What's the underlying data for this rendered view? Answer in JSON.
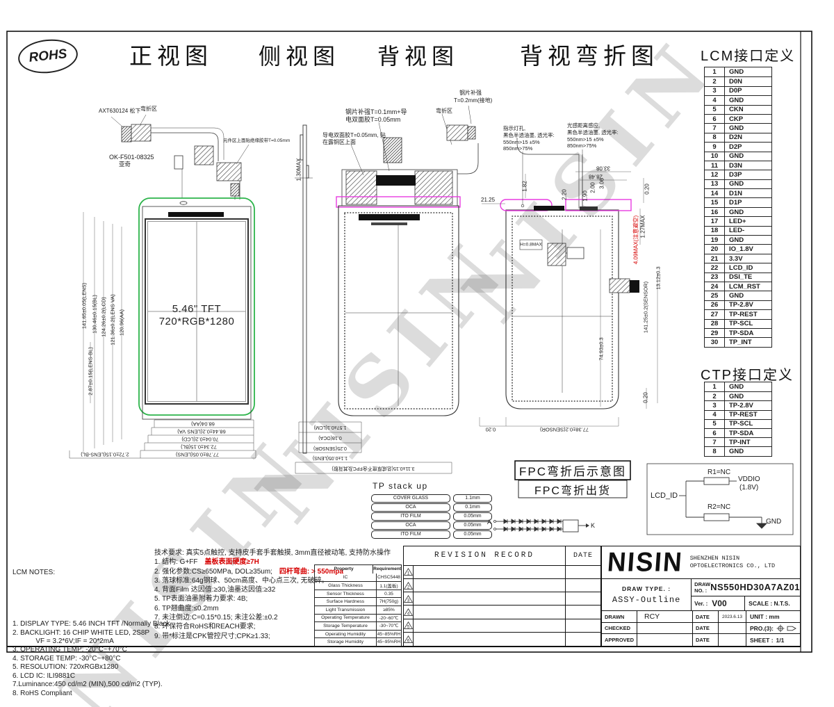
{
  "watermark": {
    "text": "NISIN"
  },
  "header": {
    "rohs": "ROHS",
    "front": "正视图",
    "side": "侧视图",
    "back": "背视图",
    "bend": "背视弯折图"
  },
  "lcm_if": {
    "title": "LCM接口定义",
    "pins": [
      {
        "no": "1",
        "name": "GND"
      },
      {
        "no": "2",
        "name": "D0N"
      },
      {
        "no": "3",
        "name": "D0P"
      },
      {
        "no": "4",
        "name": "GND"
      },
      {
        "no": "5",
        "name": "CKN"
      },
      {
        "no": "6",
        "name": "CKP"
      },
      {
        "no": "7",
        "name": "GND"
      },
      {
        "no": "8",
        "name": "D2N"
      },
      {
        "no": "9",
        "name": "D2P"
      },
      {
        "no": "10",
        "name": "GND"
      },
      {
        "no": "11",
        "name": "D3N"
      },
      {
        "no": "12",
        "name": "D3P"
      },
      {
        "no": "13",
        "name": "GND"
      },
      {
        "no": "14",
        "name": "D1N"
      },
      {
        "no": "15",
        "name": "D1P"
      },
      {
        "no": "16",
        "name": "GND"
      },
      {
        "no": "17",
        "name": "LED+"
      },
      {
        "no": "18",
        "name": "LED-"
      },
      {
        "no": "19",
        "name": "GND"
      },
      {
        "no": "20",
        "name": "IO_1.8V"
      },
      {
        "no": "21",
        "name": "3.3V"
      },
      {
        "no": "22",
        "name": "LCD_ID"
      },
      {
        "no": "23",
        "name": "DSI_TE"
      },
      {
        "no": "24",
        "name": "LCM_RST"
      },
      {
        "no": "25",
        "name": "GND"
      },
      {
        "no": "26",
        "name": "TP-2.8V"
      },
      {
        "no": "27",
        "name": "TP-REST"
      },
      {
        "no": "28",
        "name": "TP-SCL"
      },
      {
        "no": "29",
        "name": "TP-SDA"
      },
      {
        "no": "30",
        "name": "TP_INT"
      }
    ]
  },
  "ctp_if": {
    "title": "CTP接口定义",
    "pins": [
      {
        "no": "1",
        "name": "GND"
      },
      {
        "no": "2",
        "name": "GND"
      },
      {
        "no": "3",
        "name": "TP-2.8V"
      },
      {
        "no": "4",
        "name": "TP-REST"
      },
      {
        "no": "5",
        "name": "TP-SCL"
      },
      {
        "no": "6",
        "name": "TP-SDA"
      },
      {
        "no": "7",
        "name": "TP-INT"
      },
      {
        "no": "8",
        "name": "GND"
      }
    ]
  },
  "front": {
    "connector": "AXT630124 松下",
    "bend_zone": "弯折区",
    "part_no": "OK-F501-08325",
    "part_vendor": "亚奇",
    "tape_note": "元件区上面贴绝缘胶带T=0.05mm",
    "screen_line1": "5.46\" TFT",
    "screen_line2": "720*RGB*1280",
    "dims_left": [
      "141.65±0.05(LENS)",
      "130.46±0.15(BL)",
      "124.26±0.2(LCD)",
      "121.36±0.2(LENS VA)",
      "120.96(AA)",
      "2.87±0.15(LENS-BL)"
    ],
    "dims_bottom": [
      "68.04(AA)",
      "68.44±0.2(LENS VA)",
      "70.04±0.2(LCD)",
      "72.34±0.15(BL)",
      "77.78±0.05(LENS)",
      "2.72±0.15(LENS-BL)"
    ]
  },
  "side": {
    "thickness": "1.30MAX",
    "stack": [
      "1.57±0.1(LCM)",
      "0.18(OCA)",
      "0.25(SENSOR)",
      "1.1±0.05(LENS)",
      "3.11±0.15(总成厚度不含FPC及其背胶)"
    ]
  },
  "back": {
    "steel_note1": "钢片补强T=0.1mm+导",
    "steel_note2": "电双面胶T=0.05mm",
    "tape_note1": "导电双面胶T=0.05mm, 贴",
    "tape_note2": "在露铜区上面",
    "bend_zone": "弯折区",
    "steel2_note1": "钢片补强",
    "steel2_note2": "T=0.2mm(接地)"
  },
  "bend": {
    "note_left": [
      "指示灯孔,",
      "黑色半透油墨, 透光率:",
      "550nm>15 ±5%",
      "850nm>75%"
    ],
    "note_right": [
      "光感距离感应,",
      "黑色半透油墨, 透光率:",
      "550nm>15 ±5%",
      "850nm>75%"
    ],
    "dims": {
      "a": "33.08",
      "b": "28.48",
      "c": "3.06",
      "d": "2.00",
      "e": "2.20",
      "f": "1.90",
      "g": "1.82",
      "h": "21.25",
      "i": "0.20",
      "j": "1.27MAX",
      "red": "4.09MAX(注意避空)",
      "k": "13.12±0.3",
      "l": "141.25±0.2(SENSOR)",
      "m": "74.93±0.3",
      "n": "0.20",
      "o": "77.38±0.2(SENSOR)",
      "p": "0.20"
    },
    "h_max": "H=0.8MAX"
  },
  "fpc": {
    "line1": "FPC弯折后示意图",
    "line2": "FPC弯折出货"
  },
  "tp_stack": {
    "title": "TP stack up",
    "rows": [
      {
        "layer": "COVER GLASS",
        "t": "1.1mm"
      },
      {
        "layer": "OCA",
        "t": "0.1mm"
      },
      {
        "layer": "ITO FILM",
        "t": "0.05mm"
      },
      {
        "layer": "OCA",
        "t": "0.05mm"
      },
      {
        "layer": "ITO FILM",
        "t": "0.05mm"
      }
    ]
  },
  "circuit": {
    "lcd_id": "LCD_ID",
    "r1": "R1=NC",
    "vddio": "VDDIO",
    "vddio_v": "(1.8V)",
    "r2": "R2=NC",
    "gnd": "GND"
  },
  "led": {
    "a": "A",
    "k": "K"
  },
  "lcm_notes": {
    "title": "LCM NOTES:",
    "lines": [
      "1. DISPLAY TYPE: 5.46 INCH TFT /Normally Black",
      "2. BACKLIGHT: 16 CHIP WHITE LED, 2S8P",
      "            VF = 3.2*6V;IF = 20*2mA",
      "3. OPERATING TEMP: -20°C~+70°C",
      "4. STORAGE TEMP: -30°C~+80°C",
      "5. RESOLUTION: 720xRGBx1280",
      "6. LCD IC: ILI9881C",
      "7.Luminance:450 cd/m2 (MIN),500 cd/m2 (TYP).",
      "8. RoHS Compliant"
    ]
  },
  "tech": {
    "heading": "技术要求: 真实5点触控, 支持皮手套手套触摸, 3mm直径被动笔, 支持防水操作",
    "items": [
      {
        "text": "1. 结构: G+FF",
        "red": "盖板表面硬度≥7H"
      },
      {
        "text": "2. 强化参数:CS≥650MPa, DOL≥35um;",
        "red": "四杆弯曲: > 550mpa"
      },
      {
        "text": "3. 落球标准:64g钢球、50cm高度、中心点三次, 无破碎。",
        "red": ""
      },
      {
        "text": "4. 背面Film 达因值:≥30,油墨达因值:≥32",
        "red": ""
      },
      {
        "text": "5. TP表面油墨附着力要求: 4B;",
        "red": ""
      },
      {
        "text": "6. TP翘曲度:≤0.2mm",
        "red": ""
      },
      {
        "text": "7. 未注倒边:C=0.15*0.15; 未注公差:±0.2",
        "red": ""
      },
      {
        "text": "8. 环保符合RoHS和REACH要求;",
        "red": ""
      },
      {
        "text": "9. 带*标注是CPK管控尺寸;CPK≥1.33;",
        "red": ""
      }
    ]
  },
  "prop": {
    "headers": {
      "p": "Property",
      "r": "Requirement"
    },
    "rows": [
      {
        "p": "IC",
        "r": "CHSC5448"
      },
      {
        "p": "Glass Thickness",
        "r": "1.1(盖板)"
      },
      {
        "p": "Sensor Thickness",
        "r": "0.35"
      },
      {
        "p": "Surface Hardness",
        "r": "7H(750g)"
      },
      {
        "p": "Light Transmission",
        "r": "≥85%"
      },
      {
        "p": "Operating Temperature",
        "r": "-20~60℃"
      },
      {
        "p": "Storage Temperature",
        "r": "-30~70℃"
      },
      {
        "p": "Operating Humidity",
        "r": "45~85%RH"
      },
      {
        "p": "Storage Humidity",
        "r": "45~95%RH"
      }
    ]
  },
  "revision": {
    "title": "REVISION RECORD",
    "date": "DATE",
    "rows": [
      "1",
      "2",
      "3",
      "4",
      "5",
      "6"
    ]
  },
  "tb": {
    "logo": "NISIN",
    "company1": "SHENZHEN NISIN",
    "company2": "OPTOELECTRONICS CO., LTD",
    "draw_type_label": "DRAW TYPE. :",
    "draw_type": "ASSY-Outline",
    "draw_no_label": "DRAW NO. :",
    "draw_no": "NS550HD30A7AZ01",
    "ver_label": "Ver. :",
    "ver": "V00",
    "scale_label": "SCALE : N.T.S.",
    "drawn_label": "DRAWN",
    "drawn": "RCY",
    "date_label": "DATE",
    "date": "2023.6.13",
    "unit_label": "UNIT : mm",
    "checked_label": "CHECKED",
    "pro_label": "PRO.(3):",
    "approved_label": "APPROVED",
    "sheet_label": "SHEET :",
    "sheet": "1/1"
  }
}
